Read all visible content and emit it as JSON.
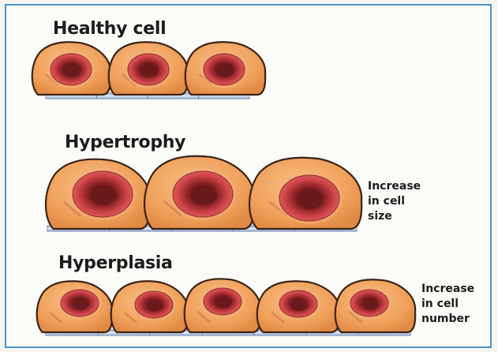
{
  "sections": {
    "healthy": {
      "title": "Healthy cell"
    },
    "hypertrophy": {
      "title": "Hypertrophy",
      "note": [
        "Increase",
        "in cell",
        "size"
      ]
    },
    "hyperplasia": {
      "title": "Hyperplasia",
      "note": [
        "Increase",
        "in cell",
        "number"
      ]
    }
  },
  "colors": {
    "frame": "#4f93c9",
    "cytoplasm": "#f2a45e",
    "cell_outline": "#3a2316",
    "nucleus_ring": "#d04a4c",
    "nucleus_core": "#6b1a1c",
    "basement_membrane": "#b7c8e2"
  }
}
